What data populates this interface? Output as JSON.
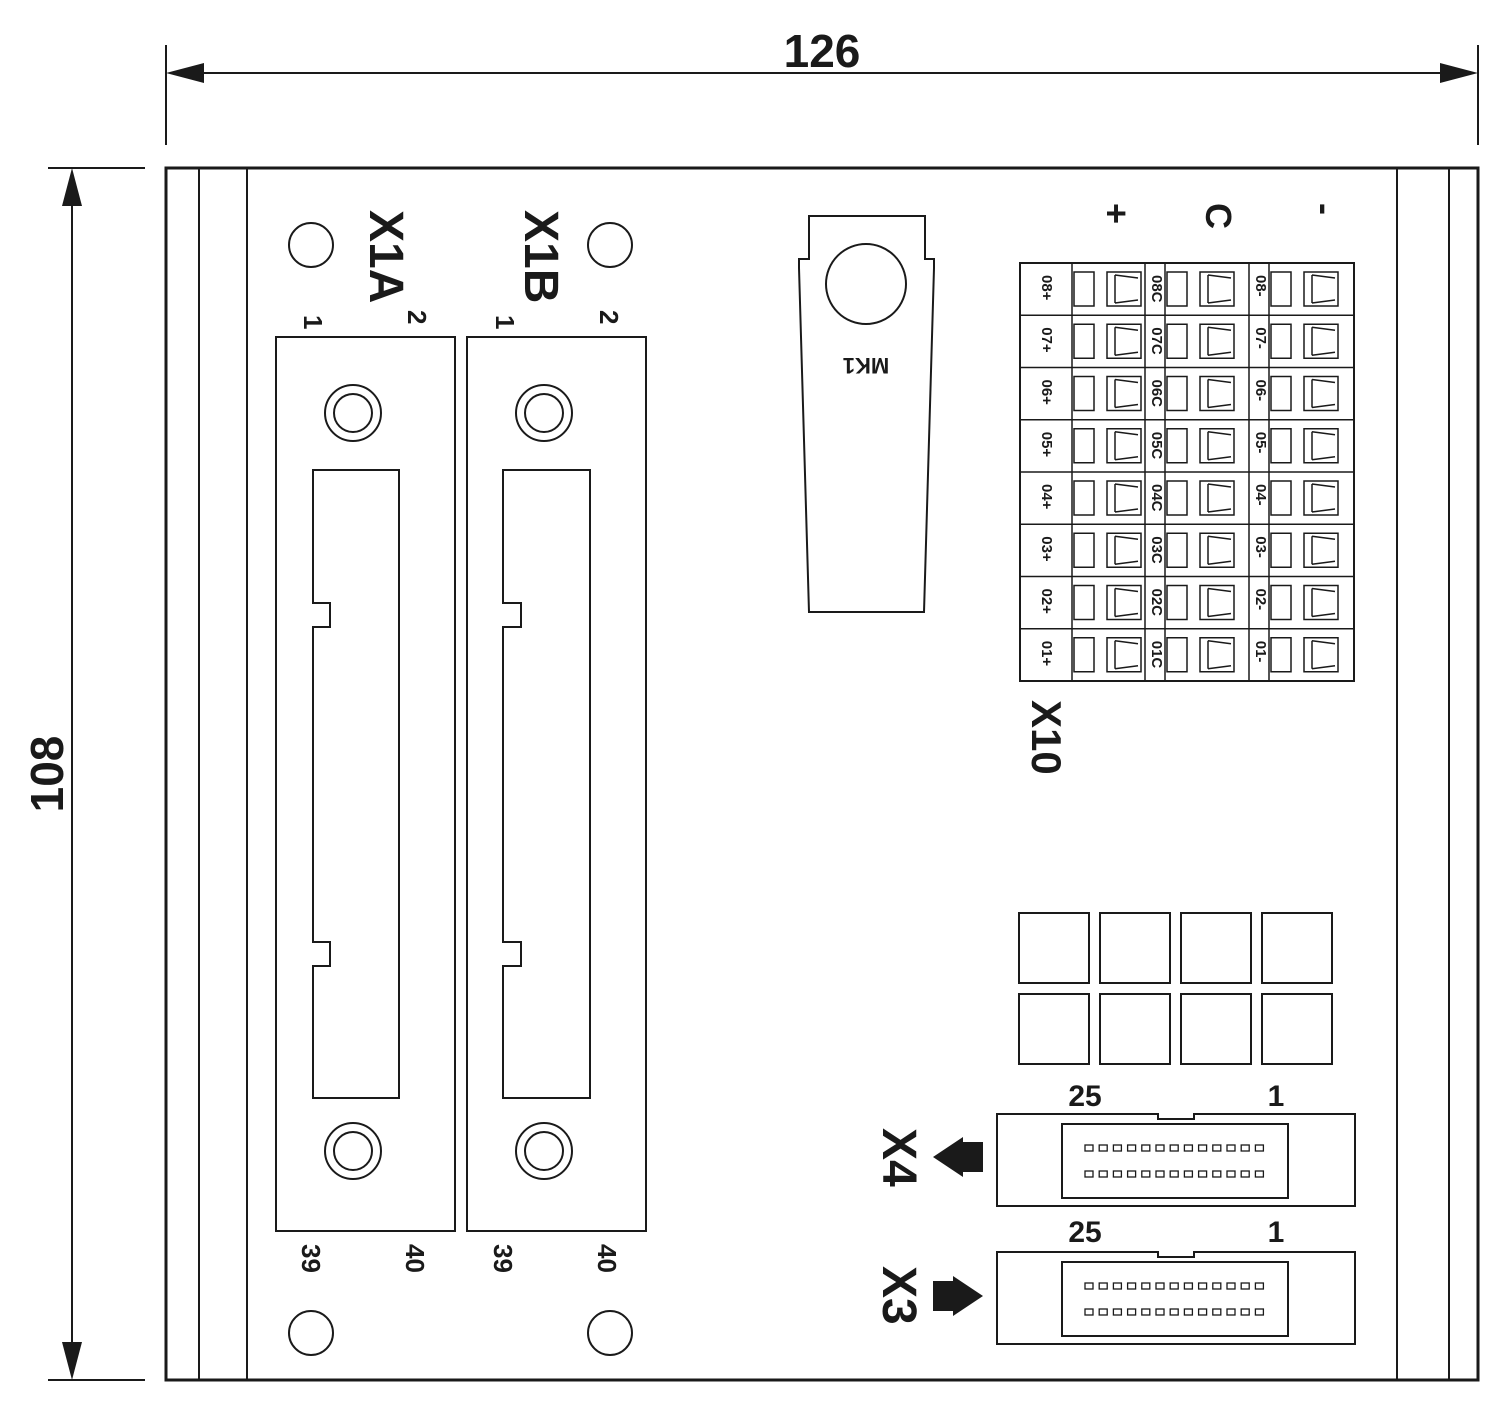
{
  "dimensions": {
    "width": "126",
    "height": "108"
  },
  "connectors": {
    "x1a": {
      "label": "X1A",
      "pin_1": "1",
      "pin_2": "2",
      "pin_39": "39",
      "pin_40": "40"
    },
    "x1b": {
      "label": "X1B",
      "pin_1": "1",
      "pin_2": "2",
      "pin_39": "39",
      "pin_40": "40"
    },
    "x10": {
      "label": "X10"
    },
    "x4": {
      "label": "X4",
      "pin_first": "25",
      "pin_last": "1",
      "arrow": "left"
    },
    "x3": {
      "label": "X3",
      "pin_first": "25",
      "pin_last": "1",
      "arrow": "right"
    }
  },
  "relay": {
    "label": "MK1"
  },
  "terminal_columns": [
    "+",
    "C",
    "-"
  ],
  "terminal_rows": [
    [
      "08+",
      "08C",
      "08-"
    ],
    [
      "07+",
      "07C",
      "07-"
    ],
    [
      "06+",
      "06C",
      "06-"
    ],
    [
      "05+",
      "05C",
      "05-"
    ],
    [
      "04+",
      "04C",
      "04-"
    ],
    [
      "03+",
      "03C",
      "03-"
    ],
    [
      "02+",
      "02C",
      "02-"
    ],
    [
      "01+",
      "01C",
      "01-"
    ]
  ],
  "colors": {
    "line": "#1a1a1a",
    "background": "#ffffff"
  }
}
